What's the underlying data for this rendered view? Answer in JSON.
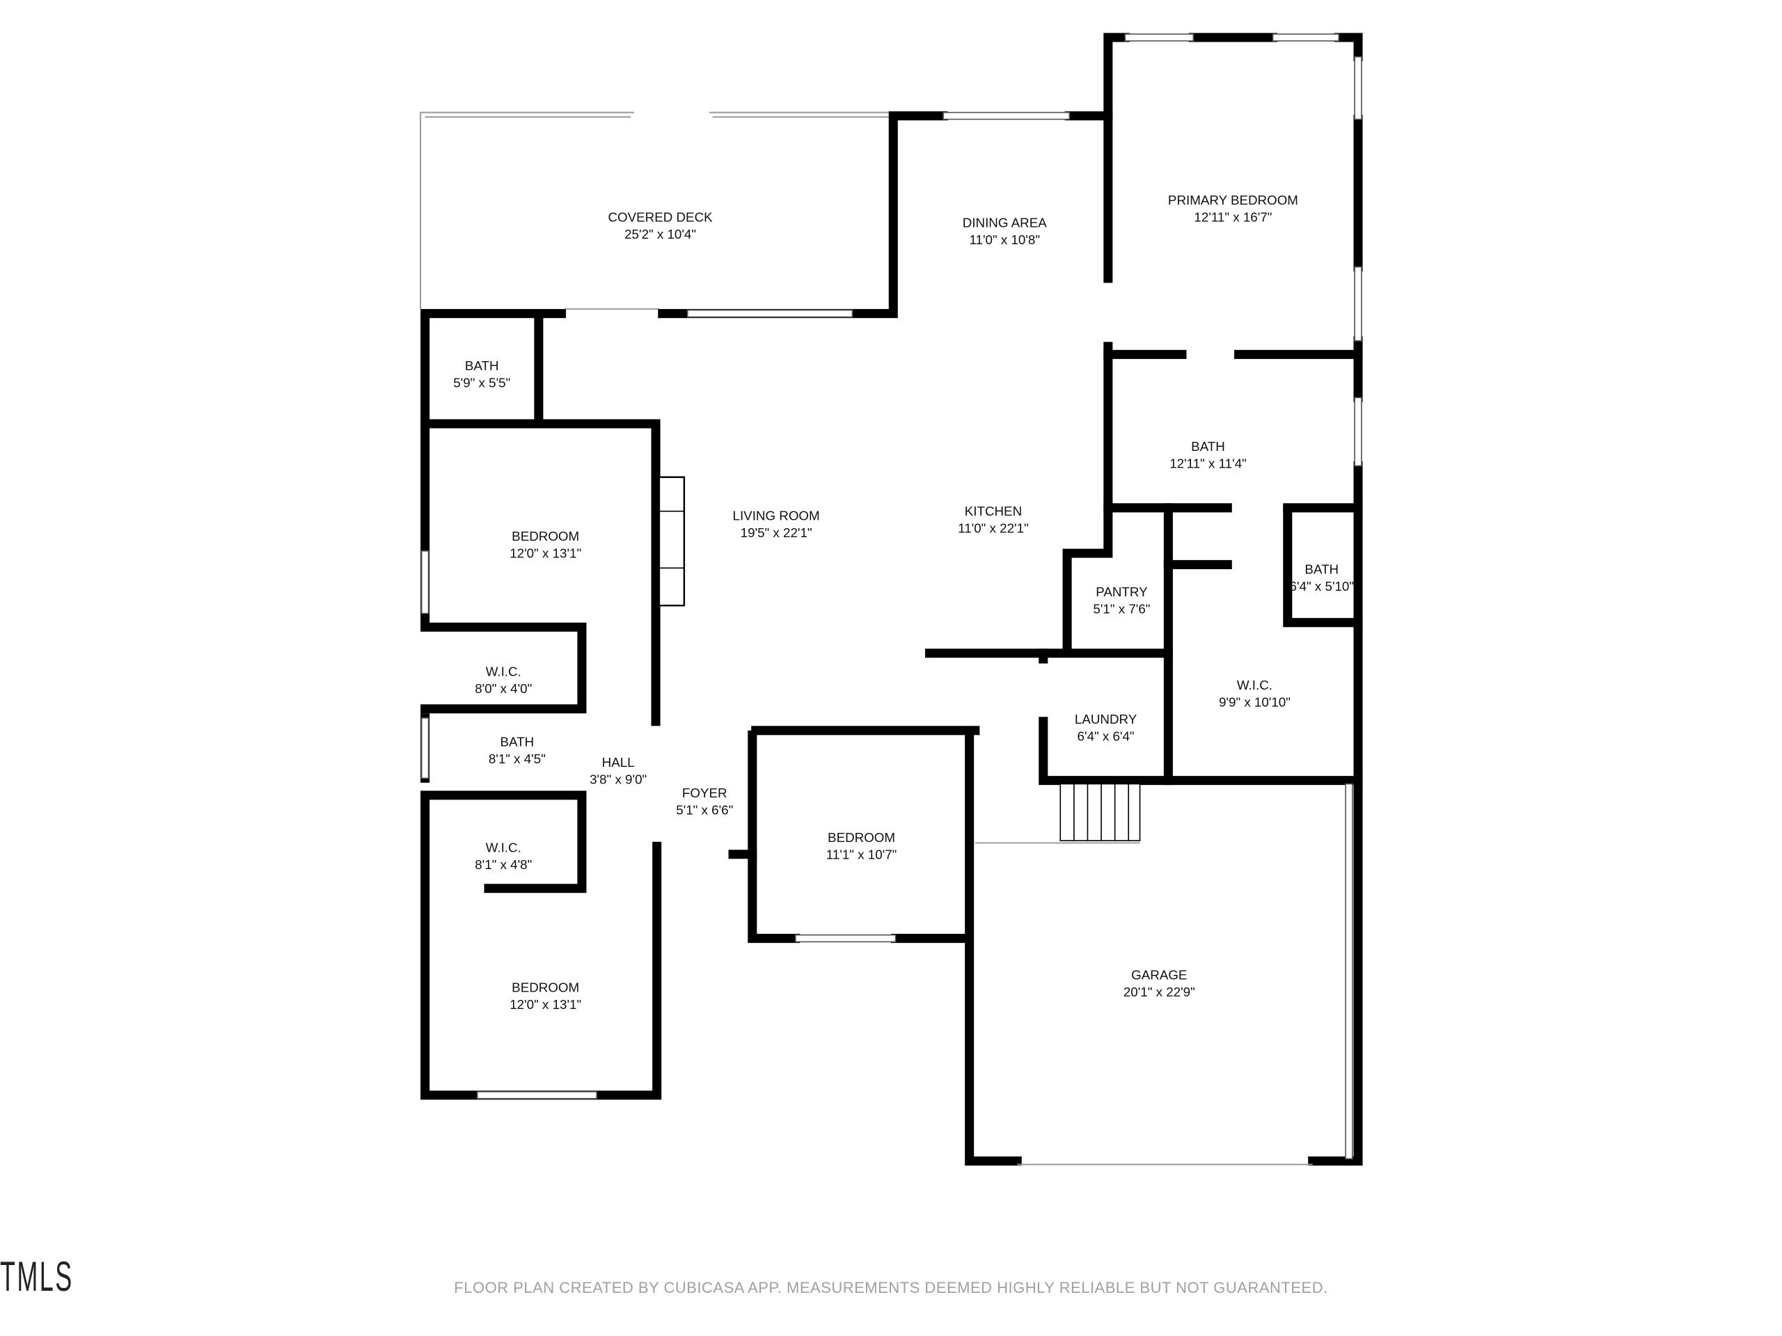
{
  "rooms": [
    {
      "name": "COVERED DECK",
      "size": "25'2\" x 10'4\""
    },
    {
      "name": "DINING AREA",
      "size": "11'0\" x 10'8\""
    },
    {
      "name": "PRIMARY BEDROOM",
      "size": "12'11\" x 16'7\""
    },
    {
      "name": "BATH",
      "size": "5'9\" x 5'5\""
    },
    {
      "name": "BATH",
      "size": "12'11\" x 11'4\""
    },
    {
      "name": "BEDROOM",
      "size": "12'0\" x 13'1\""
    },
    {
      "name": "LIVING ROOM",
      "size": "19'5\" x 22'1\""
    },
    {
      "name": "KITCHEN",
      "size": "11'0\" x 22'1\""
    },
    {
      "name": "PANTRY",
      "size": "5'1\" x 7'6\""
    },
    {
      "name": "BATH",
      "size": "6'4\" x 5'10\""
    },
    {
      "name": "W.I.C.",
      "size": "8'0\" x 4'0\""
    },
    {
      "name": "W.I.C.",
      "size": "9'9\" x 10'10\""
    },
    {
      "name": "LAUNDRY",
      "size": "6'4\" x 6'4\""
    },
    {
      "name": "BATH",
      "size": "8'1\" x 4'5\""
    },
    {
      "name": "HALL",
      "size": "3'8\" x 9'0\""
    },
    {
      "name": "FOYER",
      "size": "5'1\" x 6'6\""
    },
    {
      "name": "BEDROOM",
      "size": "11'1\" x 10'7\""
    },
    {
      "name": "W.I.C.",
      "size": "8'1\" x 4'8\""
    },
    {
      "name": "GARAGE",
      "size": "20'1\" x 22'9\""
    },
    {
      "name": "BEDROOM",
      "size": "12'0\" x 13'1\""
    }
  ],
  "logo_text": "TMLS",
  "footer": "FLOOR PLAN CREATED BY CUBICASA APP. MEASUREMENTS DEEMED HIGHLY RELIABLE BUT NOT GUARANTEED."
}
